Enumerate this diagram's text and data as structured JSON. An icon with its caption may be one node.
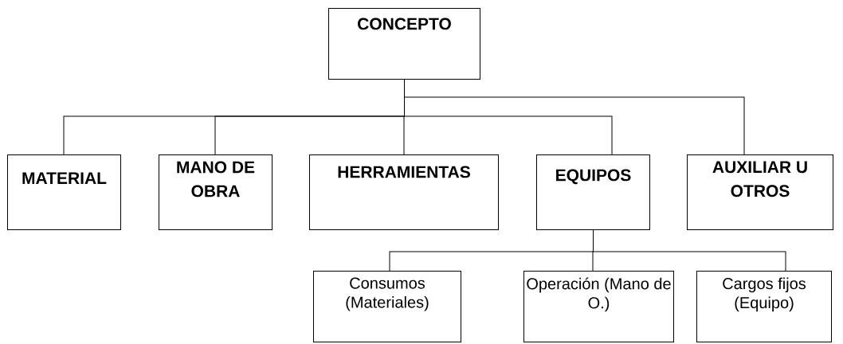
{
  "diagram": {
    "nodes": [
      {
        "text": [
          "CONCEPTO"
        ]
      },
      {
        "text": [
          "MATERIAL"
        ]
      },
      {
        "text": [
          "MANO DE OBRA"
        ]
      },
      {
        "text": [
          "HERRAMIENTAS"
        ]
      },
      {
        "text": [
          "EQUIPOS"
        ]
      },
      {
        "text": [
          "AUXILIAR U OTROS"
        ]
      },
      {
        "text": [
          "Consumos (Materiales)"
        ]
      },
      {
        "text": [
          "Operación (Mano de O.)"
        ]
      },
      {
        "text": [
          "Cargos fijos (Equipo)"
        ]
      }
    ],
    "edges": [
      {
        "from": 0,
        "to": 1,
        "arrow": "none"
      },
      {
        "from": 0,
        "to": 2,
        "arrow": "none"
      },
      {
        "from": 0,
        "to": 3,
        "arrow": "none"
      },
      {
        "from": 0,
        "to": 4,
        "arrow": "none"
      },
      {
        "from": 0,
        "to": 5,
        "arrow": "none"
      },
      {
        "from": 4,
        "to": 6,
        "arrow": "none"
      },
      {
        "from": 4,
        "to": 7,
        "arrow": "none"
      },
      {
        "from": 4,
        "to": 8,
        "arrow": "none"
      }
    ]
  }
}
